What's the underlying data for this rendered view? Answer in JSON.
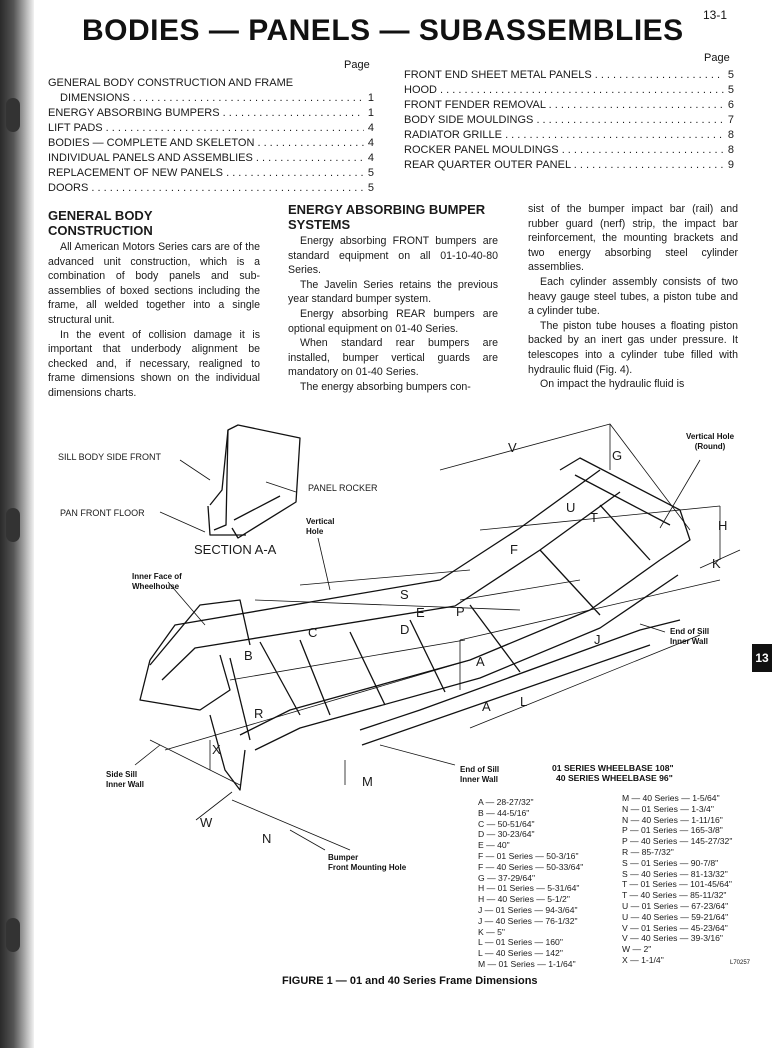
{
  "header": {
    "title": "BODIES — PANELS — SUBASSEMBLIES",
    "page_number": "13-1",
    "tab": "13"
  },
  "toc": {
    "page_heading": "Page",
    "left": [
      {
        "label": "GENERAL BODY CONSTRUCTION AND FRAME",
        "page": ""
      },
      {
        "label": "DIMENSIONS",
        "page": "1",
        "indent": true
      },
      {
        "label": "ENERGY ABSORBING BUMPERS",
        "page": "1"
      },
      {
        "label": "LIFT PADS",
        "page": "4"
      },
      {
        "label": "BODIES — COMPLETE AND SKELETON",
        "page": "4"
      },
      {
        "label": "INDIVIDUAL PANELS AND ASSEMBLIES",
        "page": "4"
      },
      {
        "label": "REPLACEMENT OF NEW PANELS",
        "page": "5"
      },
      {
        "label": "DOORS",
        "page": "5"
      }
    ],
    "right": [
      {
        "label": "FRONT END SHEET METAL PANELS",
        "page": "5"
      },
      {
        "label": "HOOD",
        "page": "5"
      },
      {
        "label": "FRONT FENDER REMOVAL",
        "page": "6"
      },
      {
        "label": "BODY SIDE MOULDINGS",
        "page": "7"
      },
      {
        "label": "RADIATOR GRILLE",
        "page": "8"
      },
      {
        "label": "ROCKER PANEL MOULDINGS",
        "page": "8"
      },
      {
        "label": "REAR QUARTER OUTER PANEL",
        "page": "9"
      }
    ]
  },
  "columns": {
    "col1_heading": "GENERAL BODY CONSTRUCTION",
    "col1_paragraphs": [
      "All American Motors Series cars are of the advanced unit construction, which is a combination of body panels and sub-assemblies of boxed sections including the frame, all welded together into a single structural unit.",
      "In the event of collision damage it is important that underbody alignment be checked and, if necessary, realigned to frame dimensions shown on the individual dimensions charts."
    ],
    "col2_heading": "ENERGY ABSORBING BUMPER SYSTEMS",
    "col2_paragraphs": [
      "Energy absorbing FRONT bumpers are standard equipment on all 01-10-40-80 Series.",
      "The Javelin Series retains the previous year standard bumper system.",
      "Energy absorbing REAR bumpers are optional equipment on 01-40 Series.",
      "When standard rear bumpers are installed, bumper vertical guards are mandatory on 01-40 Series.",
      "The energy absorbing bumpers con-"
    ],
    "col3_paragraphs": [
      "sist of the bumper impact bar (rail) and rubber guard (nerf) strip, the impact bar reinforcement, the mounting brackets and two energy absorbing steel cylinder assemblies.",
      "Each cylinder assembly consists of two heavy gauge steel tubes, a piston tube and a cylinder tube.",
      "The piston tube houses a floating piston backed by an inert gas under pressure. It telescopes into a cylinder tube filled with hydraulic fluid (Fig. 4).",
      "On impact the hydraulic fluid is"
    ]
  },
  "figure": {
    "section_labels": {
      "sill_body_side_front": "SILL BODY SIDE FRONT",
      "panel_rocker": "PANEL ROCKER",
      "pan_front_floor": "PAN FRONT FLOOR",
      "section_aa": "SECTION A-A"
    },
    "callouts": {
      "vertical_hole_round": "Vertical Hole\n(Round)",
      "vertical_hole": "Vertical\nHole",
      "inner_face_wheelhouse": "Inner Face of\nWheelhouse",
      "end_of_sill_inner_wall_right": "End of Sill\nInner Wall",
      "end_of_sill_inner_wall_bottom": "End of Sill\nInner Wall",
      "side_sill_inner_wall": "Side Sill\nInner Wall",
      "bumper_front_mounting_hole": "Bumper\nFront Mounting Hole"
    },
    "letters": [
      "V",
      "G",
      "U",
      "T",
      "F",
      "H",
      "K",
      "S",
      "E",
      "P",
      "C",
      "D",
      "B",
      "J",
      "A",
      "L",
      "R",
      "A",
      "X",
      "M",
      "W",
      "N"
    ],
    "wheelbase": [
      "01 SERIES WHEELBASE 108\"",
      "40 SERIES WHEELBASE 96\""
    ],
    "dims_left": [
      "A — 28-27/32\"",
      "B — 44-5/16\"",
      "C — 50-51/64\"",
      "D — 30-23/64\"",
      "E — 40\"",
      "F — 01 Series — 50-3/16\"",
      "F — 40 Series — 50-33/64\"",
      "G — 37-29/64\"",
      "H — 01 Series — 5-31/64\"",
      "H — 40 Series — 5-1/2\"",
      "J — 01 Series — 94-3/64\"",
      "J — 40 Series — 76-1/32\"",
      "K — 5\"",
      "L — 01 Series — 160\"",
      "L — 40 Series — 142\"",
      "M — 01 Series — 1-1/64\""
    ],
    "dims_right": [
      "M — 40 Series — 1-5/64\"",
      "N — 01 Series — 1-3/4\"",
      "N — 40 Series — 1-11/16\"",
      "P — 01 Series — 165-3/8\"",
      "P — 40 Series — 145-27/32\"",
      "R — 85-7/32\"",
      "S — 01 Series — 90-7/8\"",
      "S — 40 Series — 81-13/32\"",
      "T — 01 Series — 101-45/64\"",
      "T — 40 Series — 85-11/32\"",
      "U — 01 Series — 67-23/64\"",
      "U — 40 Series — 59-21/64\"",
      "V — 01 Series — 45-23/64\"",
      "V — 40 Series — 39-3/16\"",
      "W — 2\"",
      "X — 1-1/4\""
    ],
    "ref_code": "L70257",
    "caption": "FIGURE 1 — 01 and 40 Series Frame Dimensions"
  },
  "colors": {
    "ink": "#111111",
    "paper": "#ffffff",
    "binder": "#333333"
  }
}
